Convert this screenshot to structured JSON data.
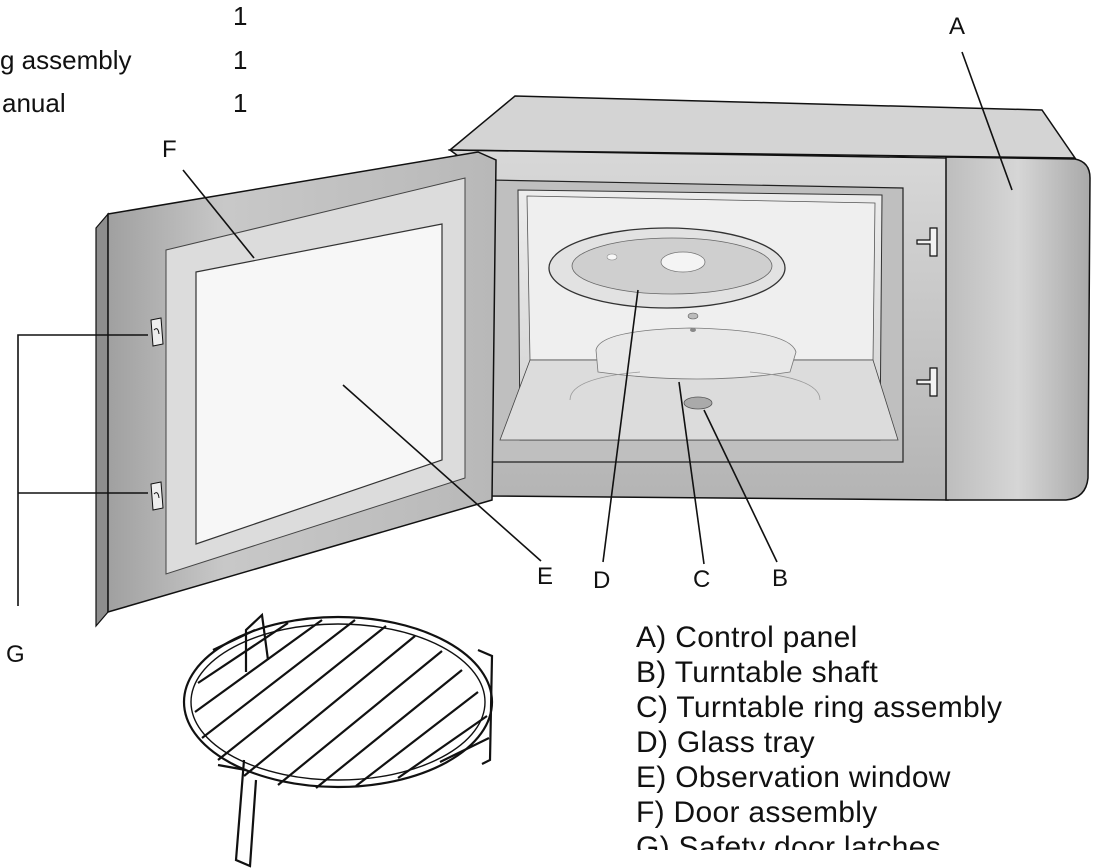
{
  "contents_list": [
    {
      "item": "",
      "qty": "1"
    },
    {
      "item": "g assembly",
      "qty": "1"
    },
    {
      "item": "anual",
      "qty": "1"
    }
  ],
  "callouts": {
    "A": "A",
    "B": "B",
    "C": "C",
    "D": "D",
    "E": "E",
    "F": "F",
    "G": "G"
  },
  "legend": [
    "A) Control panel",
    "B) Turntable shaft",
    "C) Turntable ring assembly",
    "D) Glass tray",
    "E) Observation window",
    "F) Door assembly",
    "G) Safety door latches"
  ],
  "colors": {
    "cabinet": "#c9c9c9",
    "cabinet_dark": "#a8a8a8",
    "cavity": "#e6e6e6",
    "door_frame": "#bdbdbd",
    "window": "#f6f6f6",
    "line": "#111111"
  }
}
